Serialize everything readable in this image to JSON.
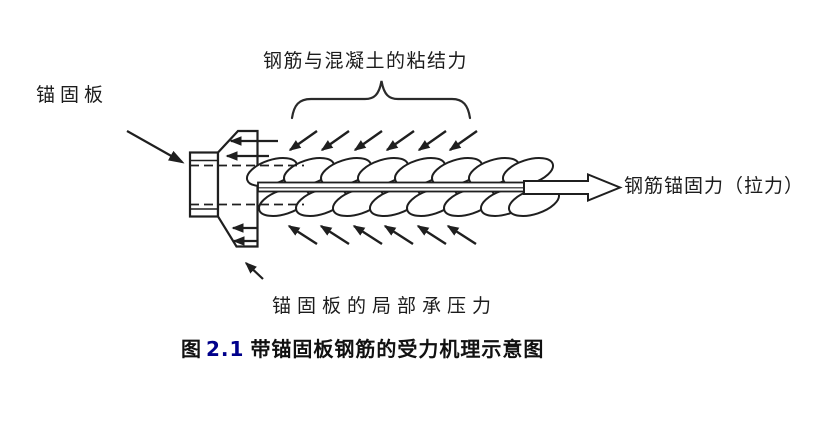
{
  "figure": {
    "labels": {
      "anchor_plate": "锚固板",
      "bond_force": "钢筋与混凝土的粘结力",
      "tension_force": "钢筋锚固力（拉力）",
      "bearing_force": "锚固板的局部承压力"
    },
    "caption": {
      "prefix": "图",
      "number": "2.1",
      "title": "带锚固板钢筋的受力机理示意图"
    },
    "colors": {
      "line_color": "#1f1f1f",
      "caption_number_color": "#00008b",
      "background": "#ffffff"
    }
  }
}
